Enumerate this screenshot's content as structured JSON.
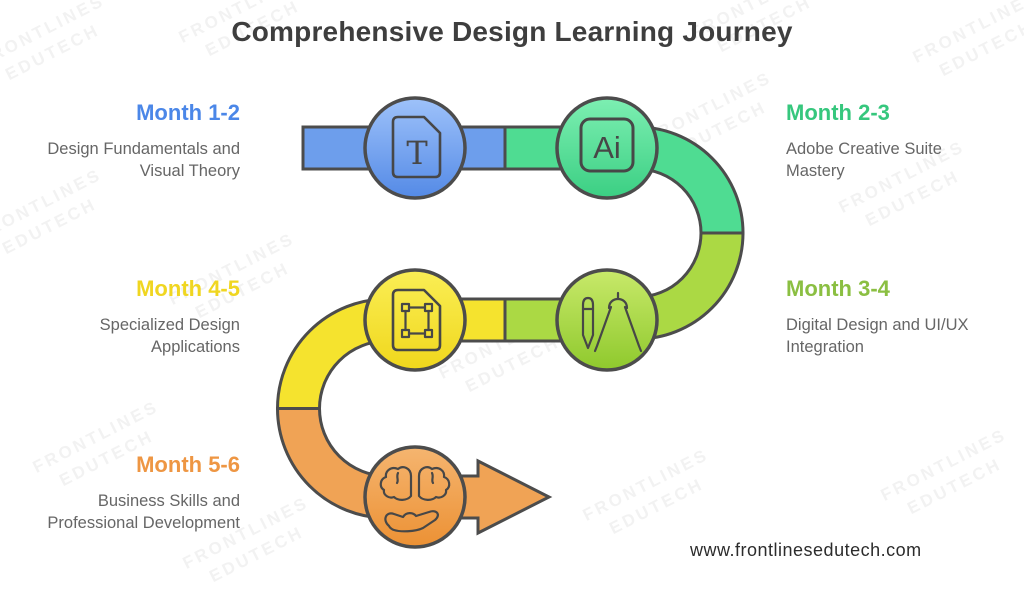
{
  "title": "Comprehensive Design Learning Journey",
  "watermark": {
    "line1": "FRONTLINES",
    "line2": "EDUTECH"
  },
  "footer": {
    "url": "www.frontlinesedutech.com"
  },
  "milestones": [
    {
      "label": "Month 1-2",
      "description": "Design Fundamentals and\nVisual Theory",
      "color": "#4b87e8",
      "side": "left",
      "icon": "text-document-icon"
    },
    {
      "label": "Month 2-3",
      "description": "Adobe Creative Suite\nMastery",
      "color": "#36c77d",
      "side": "right",
      "icon": "adobe-illustrator-icon"
    },
    {
      "label": "Month 3-4",
      "description": "Digital Design and UI/UX\nIntegration",
      "color": "#8bbf42",
      "side": "right",
      "icon": "drafting-compass-icon"
    },
    {
      "label": "Month 4-5",
      "description": "Specialized Design\nApplications",
      "color": "#f0d621",
      "side": "left",
      "icon": "vector-square-icon"
    },
    {
      "label": "Month 5-6",
      "description": "Business Skills and\nProfessional Development",
      "color": "#ee9643",
      "side": "left",
      "icon": "brain-hand-icon"
    }
  ],
  "icons": {
    "ai_text": "Ai",
    "t_text": "T"
  },
  "palette": {
    "blue_band": "#6d9eec",
    "blue_light": "#9ec2fa",
    "blue_dark": "#548ae6",
    "green_band": "#4fdc92",
    "green_light": "#7defb2",
    "green_dark": "#3bcf83",
    "lime_band": "#abd944",
    "lime_light": "#c8e96a",
    "lime_dark": "#8fc92d",
    "yellow_band": "#f5e32e",
    "yellow_light": "#faee55",
    "yellow_dark": "#f0d71c",
    "orange_band": "#f0a355",
    "orange_light": "#f5b570",
    "orange_dark": "#ec9134",
    "outline": "#4c4c4c",
    "title_color": "#3e3e3e",
    "desc_color": "#666666",
    "footer_color": "#2c2c2c",
    "watermark_color": "rgba(70,70,70,0.07)"
  }
}
